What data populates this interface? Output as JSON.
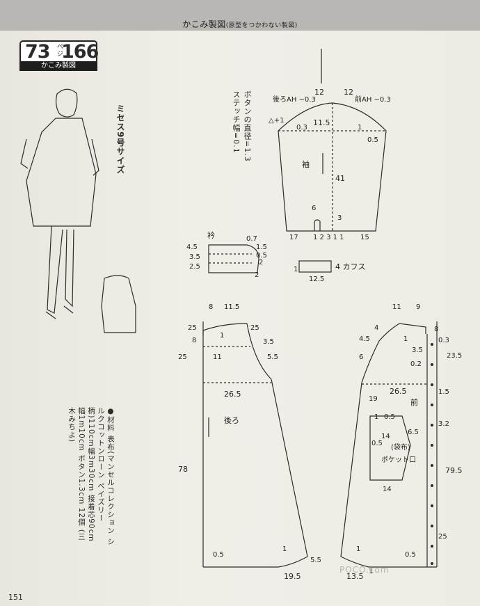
{
  "header": {
    "title": "かこみ製図",
    "subtitle": "(原型をつかわない製図)"
  },
  "pageinfo": {
    "number": "73",
    "unit": "ペ\nジ",
    "design": "166",
    "subtitle": "かこみ製図"
  },
  "size_text": "ミセス9号サイズ",
  "button_text": "ボタンの直径=1.3\nステッチ幅=0.1",
  "materials": "●材料 表布(マンセルコレクション シルクコットンローン ペイズリー柄)110cm幅3m30cm 接着芯90cm幅1m10cm ボタン1.3cm 12個 (三木みちよ)",
  "page_number": "151",
  "watermark": "POCO.com",
  "sleeve": {
    "label": "袖",
    "back_ah": "後ろAH\n−0.3",
    "front_ah": "前AH\n−0.3",
    "top_back": "12",
    "top_front": "12",
    "m_115": "11.5",
    "m_41": "41",
    "m_03": "0.3",
    "m_1": "1",
    "m_05": "0.5",
    "m_6": "6",
    "m_3": "3",
    "bottom_left": "17",
    "bottom_nums": "1 2 3 1 1",
    "bottom_right": "15",
    "delta": "△+1"
  },
  "collar": {
    "label": "衿",
    "vals": [
      "4.5",
      "3.5",
      "2.5"
    ],
    "right": [
      "0.7",
      "1.5",
      "0.5",
      "2",
      "2"
    ]
  },
  "cuff": {
    "label": "4 カフス",
    "width": "12.5",
    "left": "1"
  },
  "back": {
    "label": "後ろ",
    "top_a": "8",
    "top_b": "11.5",
    "side_25": "25",
    "side_8": "8",
    "side_25b": "25",
    "m_1": "1",
    "m_35": "3.5",
    "m_11": "11",
    "m_55": "5.5",
    "m_265": "26.5",
    "m_78": "78",
    "m_05": "0.5",
    "m_1b": "1",
    "m_195": "19.5",
    "m_55b": "5.5"
  },
  "front": {
    "label": "前",
    "top_a": "11",
    "top_b": "9",
    "m_4": "4",
    "m_45": "4.5",
    "m_6": "6",
    "m_8": "8",
    "m_1": "1",
    "m_35": "3.5",
    "m_03": "0.3",
    "m_02": "0.2",
    "m_235": "23.5",
    "m_265": "26.5",
    "m_15": "1.5",
    "m_19": "19",
    "m_32": "3.2",
    "pocket": "ポケット口",
    "pocket_bag": "(袋布)",
    "m_05a": "0.5",
    "m_05b": "0.5",
    "m_1b": "1",
    "m_14a": "14",
    "m_65": "6.5",
    "m_14b": "14",
    "m_795": "79.5",
    "m_25": "25",
    "m_1c": "1",
    "m_05c": "0.5",
    "m_135": "13.5",
    "m_1d": "1"
  },
  "colors": {
    "line": "#2b2b2b",
    "paper": "#efece6",
    "header": "#b9b7b3"
  }
}
